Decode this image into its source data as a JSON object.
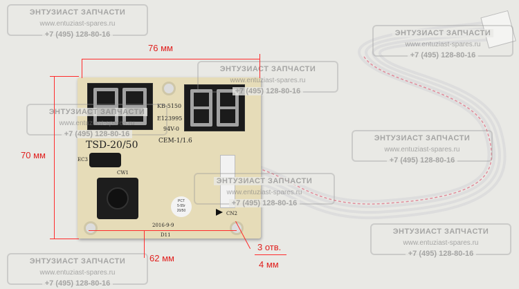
{
  "watermark": {
    "title": "ЭНТУЗИАСТ ЗАПЧАСТИ",
    "url": "www.entuziast-spares.ru",
    "phone": "+7 (495) 128-80-16"
  },
  "board": {
    "model": "TSD-20/50",
    "part1": "KB-5150",
    "part2": "E123995",
    "rating": "94V-0",
    "material": "CEM-1/1.6",
    "cap_label": "EC3",
    "knob_label": "CW1",
    "connector_label": "CN2",
    "date": "2016-9-9",
    "code": "D11",
    "sticker": [
      "20/50",
      "5-55г",
      "PCT"
    ]
  },
  "dimensions": {
    "width": "76 мм",
    "height": "70 мм",
    "hole_spacing": "62 мм",
    "holes": "3 отв.",
    "hole_size": "4 мм"
  }
}
